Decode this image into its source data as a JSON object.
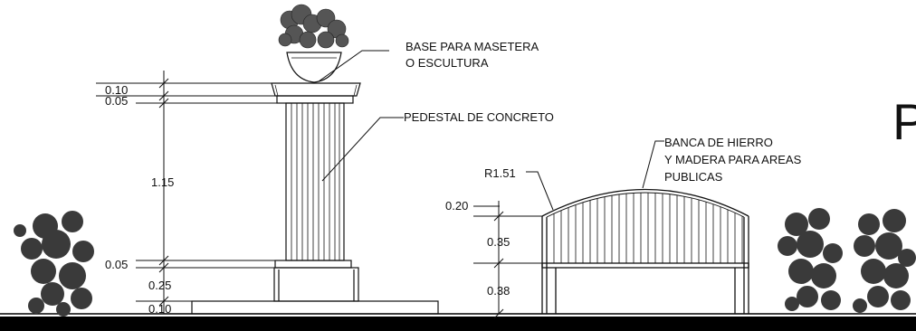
{
  "labels": {
    "base_line1": "BASE PARA MASETERA",
    "base_line2": "O ESCULTURA",
    "pedestal": "PEDESTAL DE CONCRETO",
    "banca_line1": "BANCA DE HIERRO",
    "banca_line2": "Y MADERA PARA AREAS",
    "banca_line3": "PUBLICAS",
    "radius": "R1.51",
    "edge_letter": "P"
  },
  "pedestal_dimensions": {
    "cap_top": "0.10",
    "cap_bottom": "0.05",
    "shaft": "1.15",
    "base_band": "0.05",
    "plinth": "0.25",
    "slab": "0.10"
  },
  "bench_dimensions": {
    "arch": "0.20",
    "back": "0.35",
    "legs": "0.38"
  },
  "colors": {
    "ink": "#111111",
    "foliage": "#2f2f2f",
    "ground": "#000000"
  }
}
